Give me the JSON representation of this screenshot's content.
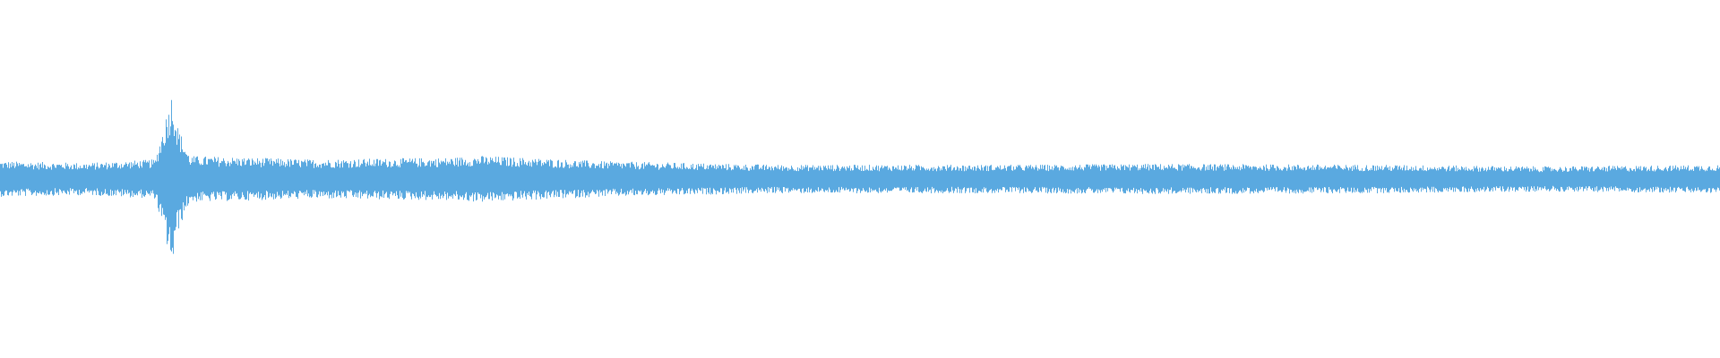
{
  "waveform": {
    "color": "#5aa9e0",
    "background": "#ffffff",
    "icon": "audio-waveform",
    "amplitude_envelope": [
      {
        "t": 0.0,
        "amp": 0.1
      },
      {
        "t": 0.05,
        "amp": 0.09
      },
      {
        "t": 0.09,
        "amp": 0.11
      },
      {
        "t": 0.1,
        "amp": 0.5
      },
      {
        "t": 0.103,
        "amp": 0.3
      },
      {
        "t": 0.11,
        "amp": 0.13
      },
      {
        "t": 0.18,
        "amp": 0.11
      },
      {
        "t": 0.26,
        "amp": 0.12
      },
      {
        "t": 0.28,
        "amp": 0.13
      },
      {
        "t": 0.35,
        "amp": 0.1
      },
      {
        "t": 0.45,
        "amp": 0.08
      },
      {
        "t": 0.6,
        "amp": 0.08
      },
      {
        "t": 0.67,
        "amp": 0.085
      },
      {
        "t": 0.8,
        "amp": 0.08
      },
      {
        "t": 0.9,
        "amp": 0.07
      },
      {
        "t": 1.0,
        "amp": 0.08
      }
    ]
  }
}
